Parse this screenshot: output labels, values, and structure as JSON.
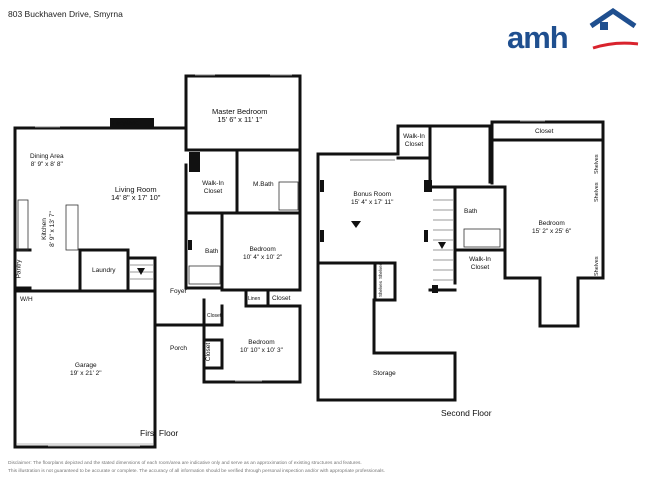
{
  "header": {
    "address": "803 Buckhaven Drive, Smyrna"
  },
  "logo": {
    "text": "amh",
    "house_color": "#1f4f8f",
    "swoosh_color": "#d9232d"
  },
  "captions": {
    "first_floor": "First Floor",
    "second_floor": "Second Floor"
  },
  "rooms": {
    "fireplace": "Fireplace",
    "master_bedroom": {
      "name": "Master Bedroom",
      "dim": "15' 6\" x 11' 1\""
    },
    "dining_area": {
      "name": "Dining Area",
      "dim": "8' 9\" x 8' 8\""
    },
    "living_room": {
      "name": "Living Room",
      "dim": "14' 8\" x 17' 10\""
    },
    "walkin_closet_1": "Walk-In Closet",
    "mbath": "M.Bath",
    "kitchen": {
      "name": "Kitchen",
      "dim": "8' 9\" x 13' 7\""
    },
    "pantry": "Pantry",
    "laundry": "Laundry",
    "bath_1": "Bath",
    "bedroom_1": {
      "name": "Bedroom",
      "dim": "10' 4\" x 10' 2\""
    },
    "foyer": "Foyer",
    "linen": "Linen",
    "closet_1": "Closet",
    "closet_2": "Closet",
    "closet_3": "Closet",
    "wh": "W/H",
    "porch": "Porch",
    "bedroom_2": {
      "name": "Bedroom",
      "dim": "10' 10\" x 10' 3\""
    },
    "garage": {
      "name": "Garage",
      "dim": "19' x 21' 2\""
    },
    "walkin_closet_2": "Walk-In Closet",
    "closet_top": "Closet",
    "bonus_room": {
      "name": "Bonus Room",
      "dim": "15' 4\" x 17' 11\""
    },
    "bath_2": "Bath",
    "bedroom_3": {
      "name": "Bedroom",
      "dim": "15' 2\" x 25' 6\""
    },
    "walkin_closet_3": "Walk-In Closet",
    "shelves_1": "Shelves",
    "shelves_2": "Shelves",
    "shelves_3": "Shelves",
    "shelves_4": "Shelves",
    "shelves_5": "Shelves",
    "storage": "Storage"
  },
  "disclaimer": {
    "line1": "Disclaimer: The floorplans depicted and the stated dimensions of each room/area are indicative only and serve as an approximation of existing structures and features.",
    "line2": "This illustration is not guaranteed to be accurate or complete. The accuracy of all information should be verified through personal inspection and/or with appropriate professionals."
  }
}
